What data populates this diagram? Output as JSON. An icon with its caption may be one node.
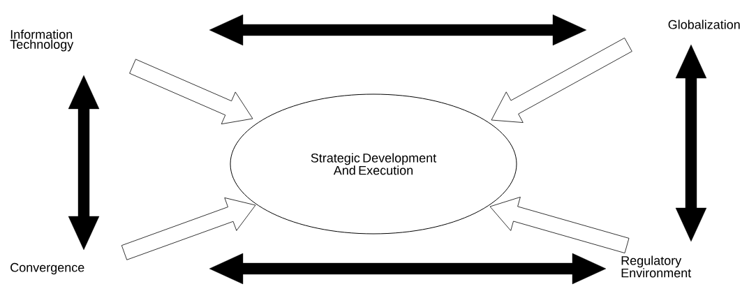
{
  "diagram": {
    "nodes": [
      {
        "text": [
          "Information Technology"
        ]
      },
      {
        "text": [
          "Globalization"
        ]
      },
      {
        "text": [
          "Convergence"
        ]
      },
      {
        "text": [
          "Regulatory Environment"
        ]
      },
      {
        "text": [
          "Strategic Development And Execution"
        ]
      }
    ],
    "edges": [
      {
        "from": 0,
        "to": 4,
        "arrow": "to"
      },
      {
        "from": 1,
        "to": 4,
        "arrow": "to"
      },
      {
        "from": 2,
        "to": 4,
        "arrow": "to"
      },
      {
        "from": 3,
        "to": 4,
        "arrow": "to"
      },
      {
        "from": 0,
        "to": 1,
        "arrow": "both",
        "style": "thick"
      },
      {
        "from": 0,
        "to": 2,
        "arrow": "both",
        "style": "thick"
      },
      {
        "from": 1,
        "to": 3,
        "arrow": "both",
        "style": "thick"
      },
      {
        "from": 2,
        "to": 3,
        "arrow": "both",
        "style": "thick"
      }
    ]
  }
}
